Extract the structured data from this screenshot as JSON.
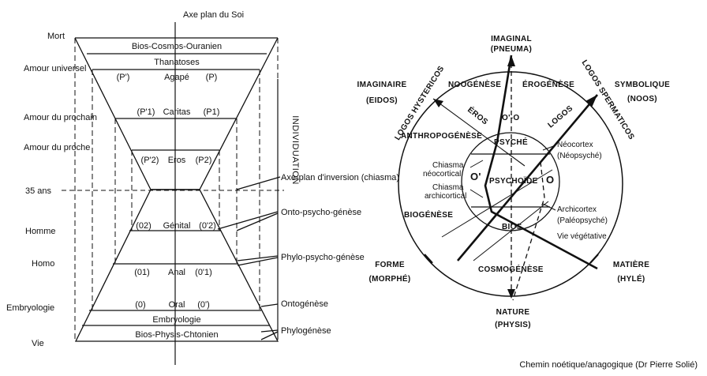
{
  "left": {
    "axis_title": "Axe plan du Soi",
    "side_labels": [
      "Mort",
      "Amour universel",
      "Amour du prochain",
      "Amour du proche",
      "35 ans",
      "Homme",
      "Homo",
      "Embryologie",
      "Vie"
    ],
    "levels": [
      "Bios-Cosmos-Ouranien",
      "Thanatoses",
      "Agapé",
      "Caritas",
      "Eros",
      "Génital",
      "Anal",
      "Oral",
      "Embryologie",
      "Bios-Physis-Chtonien"
    ],
    "pairs": {
      "agape_l": "(P')",
      "agape_r": "(P)",
      "caritas_l": "(P'1)",
      "caritas_r": "(P1)",
      "eros_l": "(P'2)",
      "eros_r": "(P2)",
      "genital_l": "(02)",
      "genital_r": "(0'2)",
      "anal_l": "(01)",
      "anal_r": "(0'1)",
      "oral_l": "(0)",
      "oral_r": "(0')"
    },
    "individuation": "INDIVIDUATION",
    "right_labels": [
      "Axe-plan d'inversion (chiasma)",
      "Onto-psycho-génèse",
      "Phylo-psycho-génèse",
      "Ontogénèse",
      "Phylogénèse"
    ]
  },
  "right": {
    "cardinal": [
      "IMAGINAL",
      "(PNEUMA)",
      "NATURE",
      "(PHYSIS)",
      "FORME",
      "(MORPHÉ)",
      "MATIÈRE",
      "(HYLÉ)",
      "IMAGINAIRE",
      "(EIDOS)",
      "SYMBOLIQUE",
      "(NOOS)"
    ],
    "logos": [
      "LOGOS HYSTERICOS",
      "LOGOS SPERMATICOS",
      "LOGOS"
    ],
    "inner": [
      "NOOGÉNÈSE",
      "ÉROGÉNÈSE",
      "ÉROS",
      "O'-O",
      "ANTHROPOGÉNÈSE",
      "PSYCHÉ",
      "Néocortex",
      "(Néopsyché)",
      "Chiasma",
      "néocortical",
      "O'",
      "PSYCHOÏDE",
      "O",
      "Chiasma",
      "archicortical",
      "Archicortex",
      "(Paléopsyché)",
      "BIOGÉNÈSE",
      "BIOS",
      "Vie végétative",
      "COSMOGÉNÈSE"
    ]
  },
  "caption": "Chemin noétique/anagogique (Dr Pierre Solié)"
}
